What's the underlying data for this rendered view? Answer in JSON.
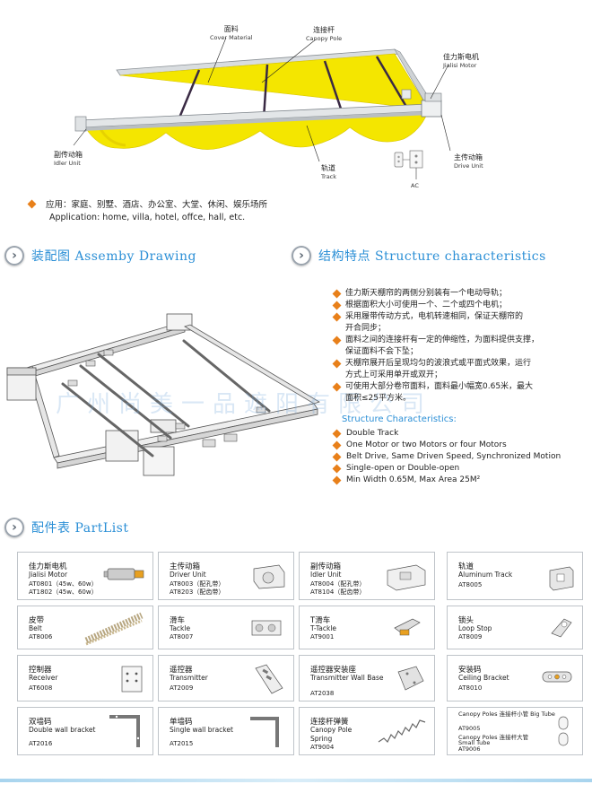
{
  "top_diagram": {
    "cover": {
      "cn": "面料",
      "en": "Cover Material"
    },
    "pole": {
      "cn": "连接杆",
      "en": "Canopy Pole"
    },
    "motor": {
      "cn": "佳力斯电机",
      "en": "Jialisi Motor"
    },
    "idler": {
      "cn": "副传动箱",
      "en": "Idler Unit"
    },
    "track": {
      "cn": "轨道",
      "en": "Track"
    },
    "drive": {
      "cn": "主传动箱",
      "en": "Drive Unit"
    },
    "ac": "AC",
    "canopy_color": "#f4e600"
  },
  "application": {
    "cn": "应用：家庭、别墅、酒店、办公室、大堂、休闲、娱乐场所",
    "en": "Application: home, villa, hotel, offce, hall, etc."
  },
  "assembly": {
    "cn": "装配图",
    "en": "Assemby Drawing"
  },
  "structure": {
    "cn": "结构特点",
    "en": "Structure characteristics",
    "points_cn": [
      "佳力斯天棚帘的两侧分别装有一个电动导轨；",
      "根据面积大小可使用一个、二个或四个电机；",
      "采用履带传动方式，电机转速相同，保证天棚帘的",
      "开合同步；",
      "面料之间的连接杆有一定的伸缩性，为面料提供支撑，",
      "保证面料不会下坠；",
      "天棚帘展开后呈现均匀的波浪式或平面式效果，运行",
      "方式上可采用单开或双开；",
      "可使用大部分卷帘面料，面料最小幅宽0.65米，最大",
      "面积≤25平方米。"
    ],
    "en_title": "Structure Characteristics:",
    "points_en": [
      "Double Track",
      "One Motor or two Motors or four Motors",
      "Belt Drive, Same Driven Speed, Synchronized Motion",
      "Single-open or Double-open",
      "Min Width 0.65M, Max Area 25M²"
    ]
  },
  "watermark": "广州尚美一品遮阳有限公司",
  "partlist": {
    "cn": "配件表",
    "en": "PartList",
    "rows": [
      [
        {
          "cn": "佳力斯电机",
          "en": "Jialisi Motor",
          "codes": [
            "AT0801（45w、60w）",
            "AT1802（45w、60w）"
          ],
          "icon": "motor-icon"
        },
        {
          "cn": "主传动箱",
          "en": "Driver Unit",
          "codes": [
            "AT8003（配孔带）",
            "AT8203（配齿带）"
          ],
          "icon": "drive-unit-icon"
        },
        {
          "cn": "副传动箱",
          "en": "Idler Unit",
          "codes": [
            "AT8004（配孔带）",
            "AT8104（配齿带）"
          ],
          "icon": "idler-unit-icon"
        },
        {
          "cn": "轨道",
          "en": "Aluminum Track",
          "codes": [
            "AT8005"
          ],
          "icon": "track-icon"
        }
      ],
      [
        {
          "cn": "皮带",
          "en": "Belt",
          "codes": [
            "AT8006"
          ],
          "icon": "belt-icon"
        },
        {
          "cn": "滑车",
          "en": "Tackle",
          "codes": [
            "AT8007"
          ],
          "icon": "tackle-icon"
        },
        {
          "cn": "T滑车",
          "en": "T-Tackle",
          "codes": [
            "AT9001"
          ],
          "icon": "t-tackle-icon"
        },
        {
          "cn": "锁头",
          "en": "Loop Stop",
          "codes": [
            "AT8009"
          ],
          "icon": "loop-stop-icon"
        }
      ],
      [
        {
          "cn": "控制器",
          "en": "Receiver",
          "codes": [
            "AT6008"
          ],
          "icon": "receiver-icon"
        },
        {
          "cn": "遥控器",
          "en": "Transmitter",
          "codes": [
            "AT2009"
          ],
          "icon": "transmitter-icon"
        },
        {
          "cn": "遥控器安装座",
          "en": "Transmitter Wall Base",
          "codes": [
            "AT2038"
          ],
          "icon": "wall-base-icon"
        },
        {
          "cn": "安装码",
          "en": "Ceiling Bracket",
          "codes": [
            "AT8010"
          ],
          "icon": "ceiling-bracket-icon"
        }
      ],
      [
        {
          "cn": "双墙码",
          "en": "Double wall bracket",
          "codes": [
            "AT2016"
          ],
          "icon": "double-bracket-icon"
        },
        {
          "cn": "单墙码",
          "en": "Single wall bracket",
          "codes": [
            "AT2015"
          ],
          "icon": "single-bracket-icon"
        },
        {
          "cn": "连接杆弹簧",
          "en": "Canopy Pole Spring",
          "codes": [
            "AT9004"
          ],
          "icon": "spring-icon"
        },
        {
          "cn": "",
          "en": "Canopy Poles 连接杆小管 Big Tube",
          "codes": [
            "AT9005",
            "Canopy Poles 连接杆大管",
            "Small Tube",
            "AT9006"
          ],
          "icon": "tube-icon"
        }
      ]
    ]
  }
}
